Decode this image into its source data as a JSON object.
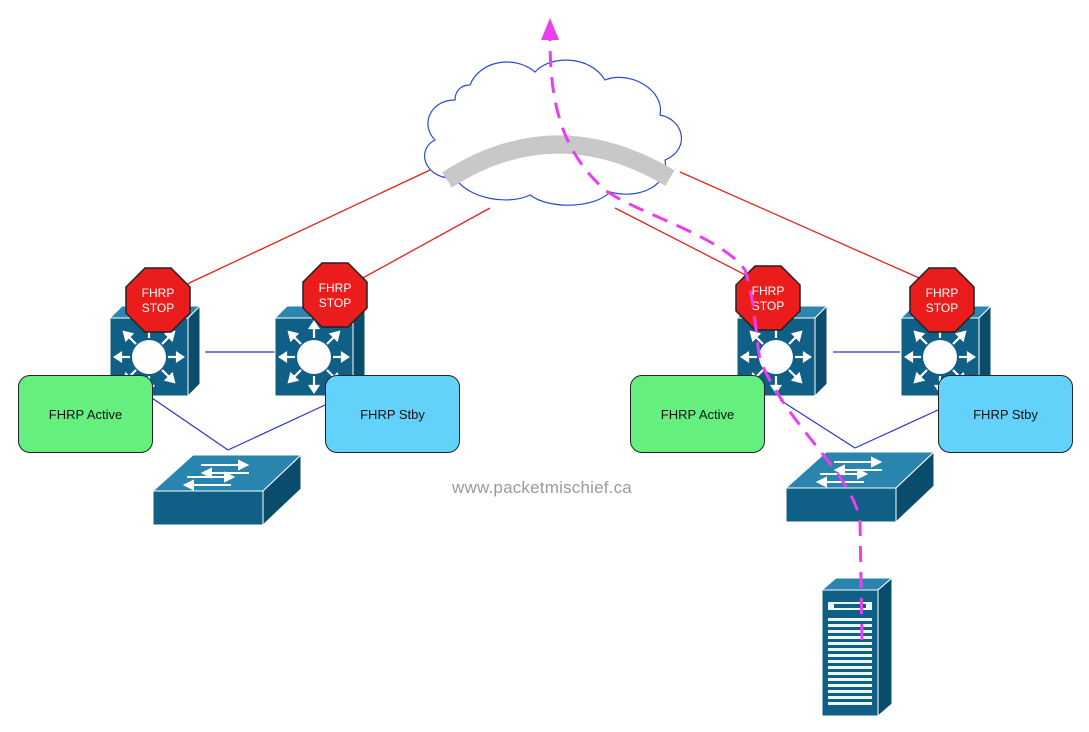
{
  "watermark": "www.packetmischief.ca",
  "labels": {
    "stop_line1": "FHRP",
    "stop_line2": "STOP",
    "active": "FHRP Active",
    "stby": "FHRP Stby"
  },
  "colors": {
    "router_fill": "#0f5f86",
    "stop_sign": "#ea1c1c",
    "active_box": "#64ef7f",
    "stby_box": "#63d2fb",
    "wan_links": "#e3241b",
    "lan_links": "#2a35c9",
    "traffic_path": "#ea3ef0",
    "cloud_tunnel": "#c8c8c8"
  },
  "icons": [
    "cloud-icon",
    "l3-switch-icon",
    "l2-switch-icon",
    "server-icon",
    "stop-sign-icon"
  ]
}
